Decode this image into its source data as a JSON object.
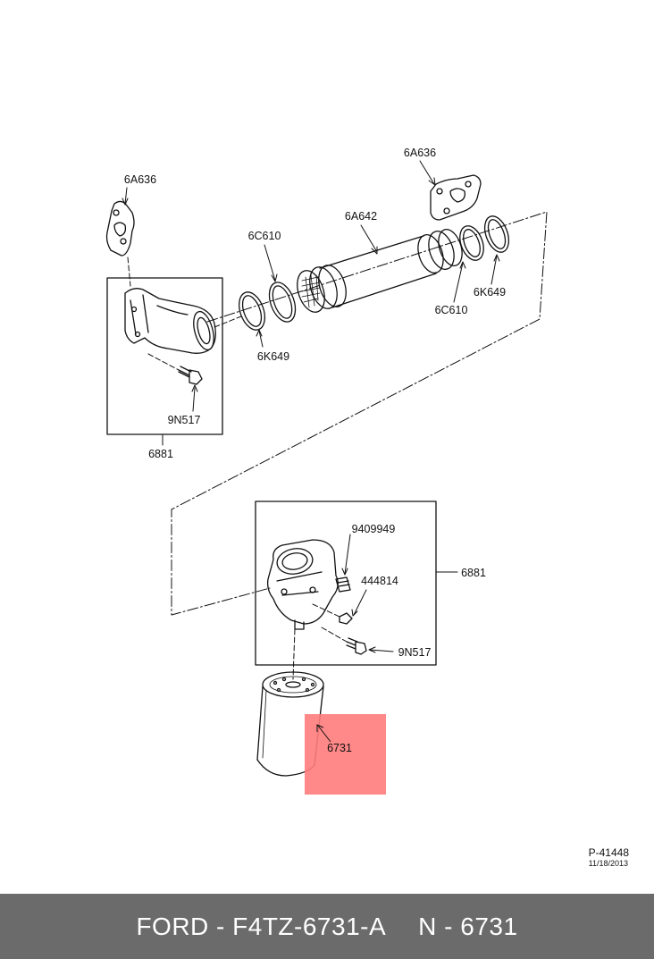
{
  "labels": {
    "gasket_left": "6A636",
    "gasket_right": "6A636",
    "tube": "6A642",
    "oring_left": "6C610",
    "oring_right": "6C610",
    "seal_left": "6K649",
    "seal_right": "6K649",
    "bolt_upper": "9N517",
    "assembly_upper": "6881",
    "plug": "9409949",
    "bolt_small": "444814",
    "bolt_lower": "9N517",
    "assembly_lower": "6881",
    "filter": "6731"
  },
  "reference": {
    "number": "P-41448",
    "date": "11/18/2013"
  },
  "footer": {
    "part": "FORD - F4TZ-6731-A",
    "number": "N - 6731"
  },
  "colors": {
    "highlight": "#ff7b7b",
    "footer_bg": "#6b6b6b",
    "line": "#111111"
  }
}
